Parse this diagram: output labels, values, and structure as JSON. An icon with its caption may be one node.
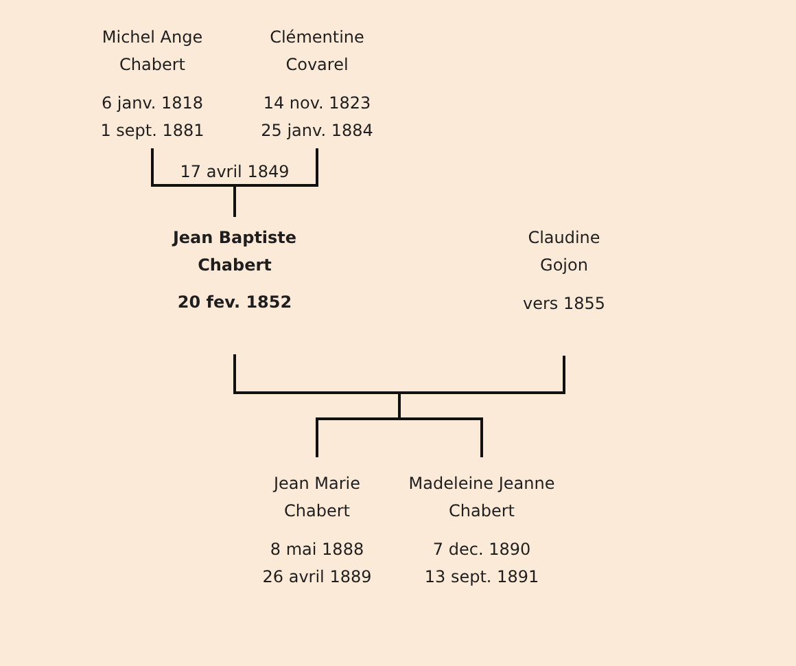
{
  "diagram": {
    "nodes": [
      {
        "text": [
          "Michel Ange Chabert",
          "6 janv. 1818",
          "1 sept. 1881"
        ]
      },
      {
        "text": [
          "Clémentine Covarel",
          "14 nov. 1823",
          "25 janv. 1884"
        ]
      },
      {
        "text": [
          "Jean Baptiste Chabert",
          "20 fev. 1852"
        ]
      },
      {
        "text": [
          "Claudine Gojon",
          "vers 1855"
        ]
      },
      {
        "text": [
          "Jean Marie Chabert",
          "8 mai 1888",
          "26 avril 1889"
        ]
      },
      {
        "text": [
          "Madeleine Jeanne Chabert",
          "7 dec. 1890",
          "13 sept. 1891"
        ]
      }
    ],
    "edges": [
      {
        "from": 0,
        "to": 2,
        "arrow": "none"
      },
      {
        "from": 1,
        "to": 2,
        "arrow": "none"
      },
      {
        "from": 2,
        "to": 4,
        "arrow": "none"
      },
      {
        "from": 2,
        "to": 5,
        "arrow": "none"
      },
      {
        "from": 3,
        "to": 4,
        "arrow": "none"
      },
      {
        "from": 3,
        "to": 5,
        "arrow": "none"
      }
    ],
    "labels": [
      "17 avril 1849"
    ]
  }
}
